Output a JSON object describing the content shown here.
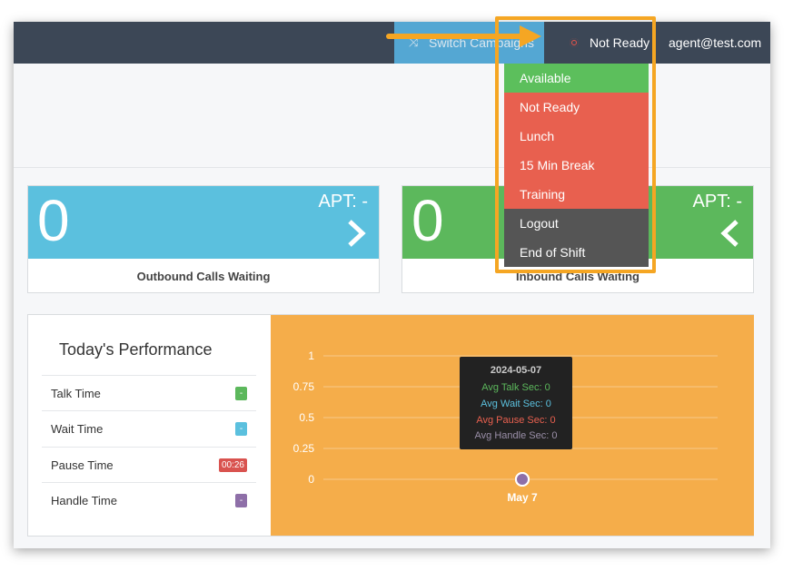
{
  "topbar": {
    "switch_campaigns": "Switch Campaigns",
    "status": "Not Ready",
    "user": "agent@test.com"
  },
  "dropdown": {
    "items": [
      {
        "label": "Available",
        "color": "#5cbf5c"
      },
      {
        "label": "Not Ready",
        "color": "#e8604f"
      },
      {
        "label": "Lunch",
        "color": "#e8604f"
      },
      {
        "label": "15 Min Break",
        "color": "#e8604f"
      },
      {
        "label": "Training",
        "color": "#e8604f"
      },
      {
        "label": "Logout",
        "color": "#555555"
      },
      {
        "label": "End of Shift",
        "color": "#555555"
      }
    ]
  },
  "cards": {
    "outbound": {
      "count": "0",
      "apt": "APT: -",
      "label": "Outbound Calls Waiting",
      "color": "#5bc0de"
    },
    "inbound": {
      "count": "0",
      "apt": "APT: -",
      "label": "Inbound Calls Waiting",
      "color": "#5cb85c"
    }
  },
  "performance": {
    "title": "Today's Performance",
    "rows": [
      {
        "label": "Talk Time",
        "value": "-",
        "color": "#5cb85c"
      },
      {
        "label": "Wait Time",
        "value": "-",
        "color": "#5bc0de"
      },
      {
        "label": "Pause Time",
        "value": "00:26",
        "color": "#d9534f"
      },
      {
        "label": "Handle Time",
        "value": "-",
        "color": "#8e6fa8"
      }
    ]
  },
  "chart_data": {
    "type": "line",
    "x": [
      "May 7"
    ],
    "ylim": [
      0,
      1
    ],
    "yticks": [
      "1",
      "0.75",
      "0.5",
      "0.25",
      "0"
    ],
    "series": [
      {
        "name": "Avg Talk Sec",
        "values": [
          0
        ],
        "color": "#5cb85c"
      },
      {
        "name": "Avg Wait Sec",
        "values": [
          0
        ],
        "color": "#5bc0de"
      },
      {
        "name": "Avg Pause Sec",
        "values": [
          0
        ],
        "color": "#d9534f"
      },
      {
        "name": "Avg Handle Sec",
        "values": [
          0
        ],
        "color": "#8e6fa8"
      }
    ],
    "tooltip": {
      "date": "2024-05-07",
      "lines": [
        "Avg Talk Sec: 0",
        "Avg Wait Sec: 0",
        "Avg Pause Sec: 0",
        "Avg Handle Sec: 0"
      ]
    },
    "background": "#f5ad4a",
    "grid": true
  }
}
